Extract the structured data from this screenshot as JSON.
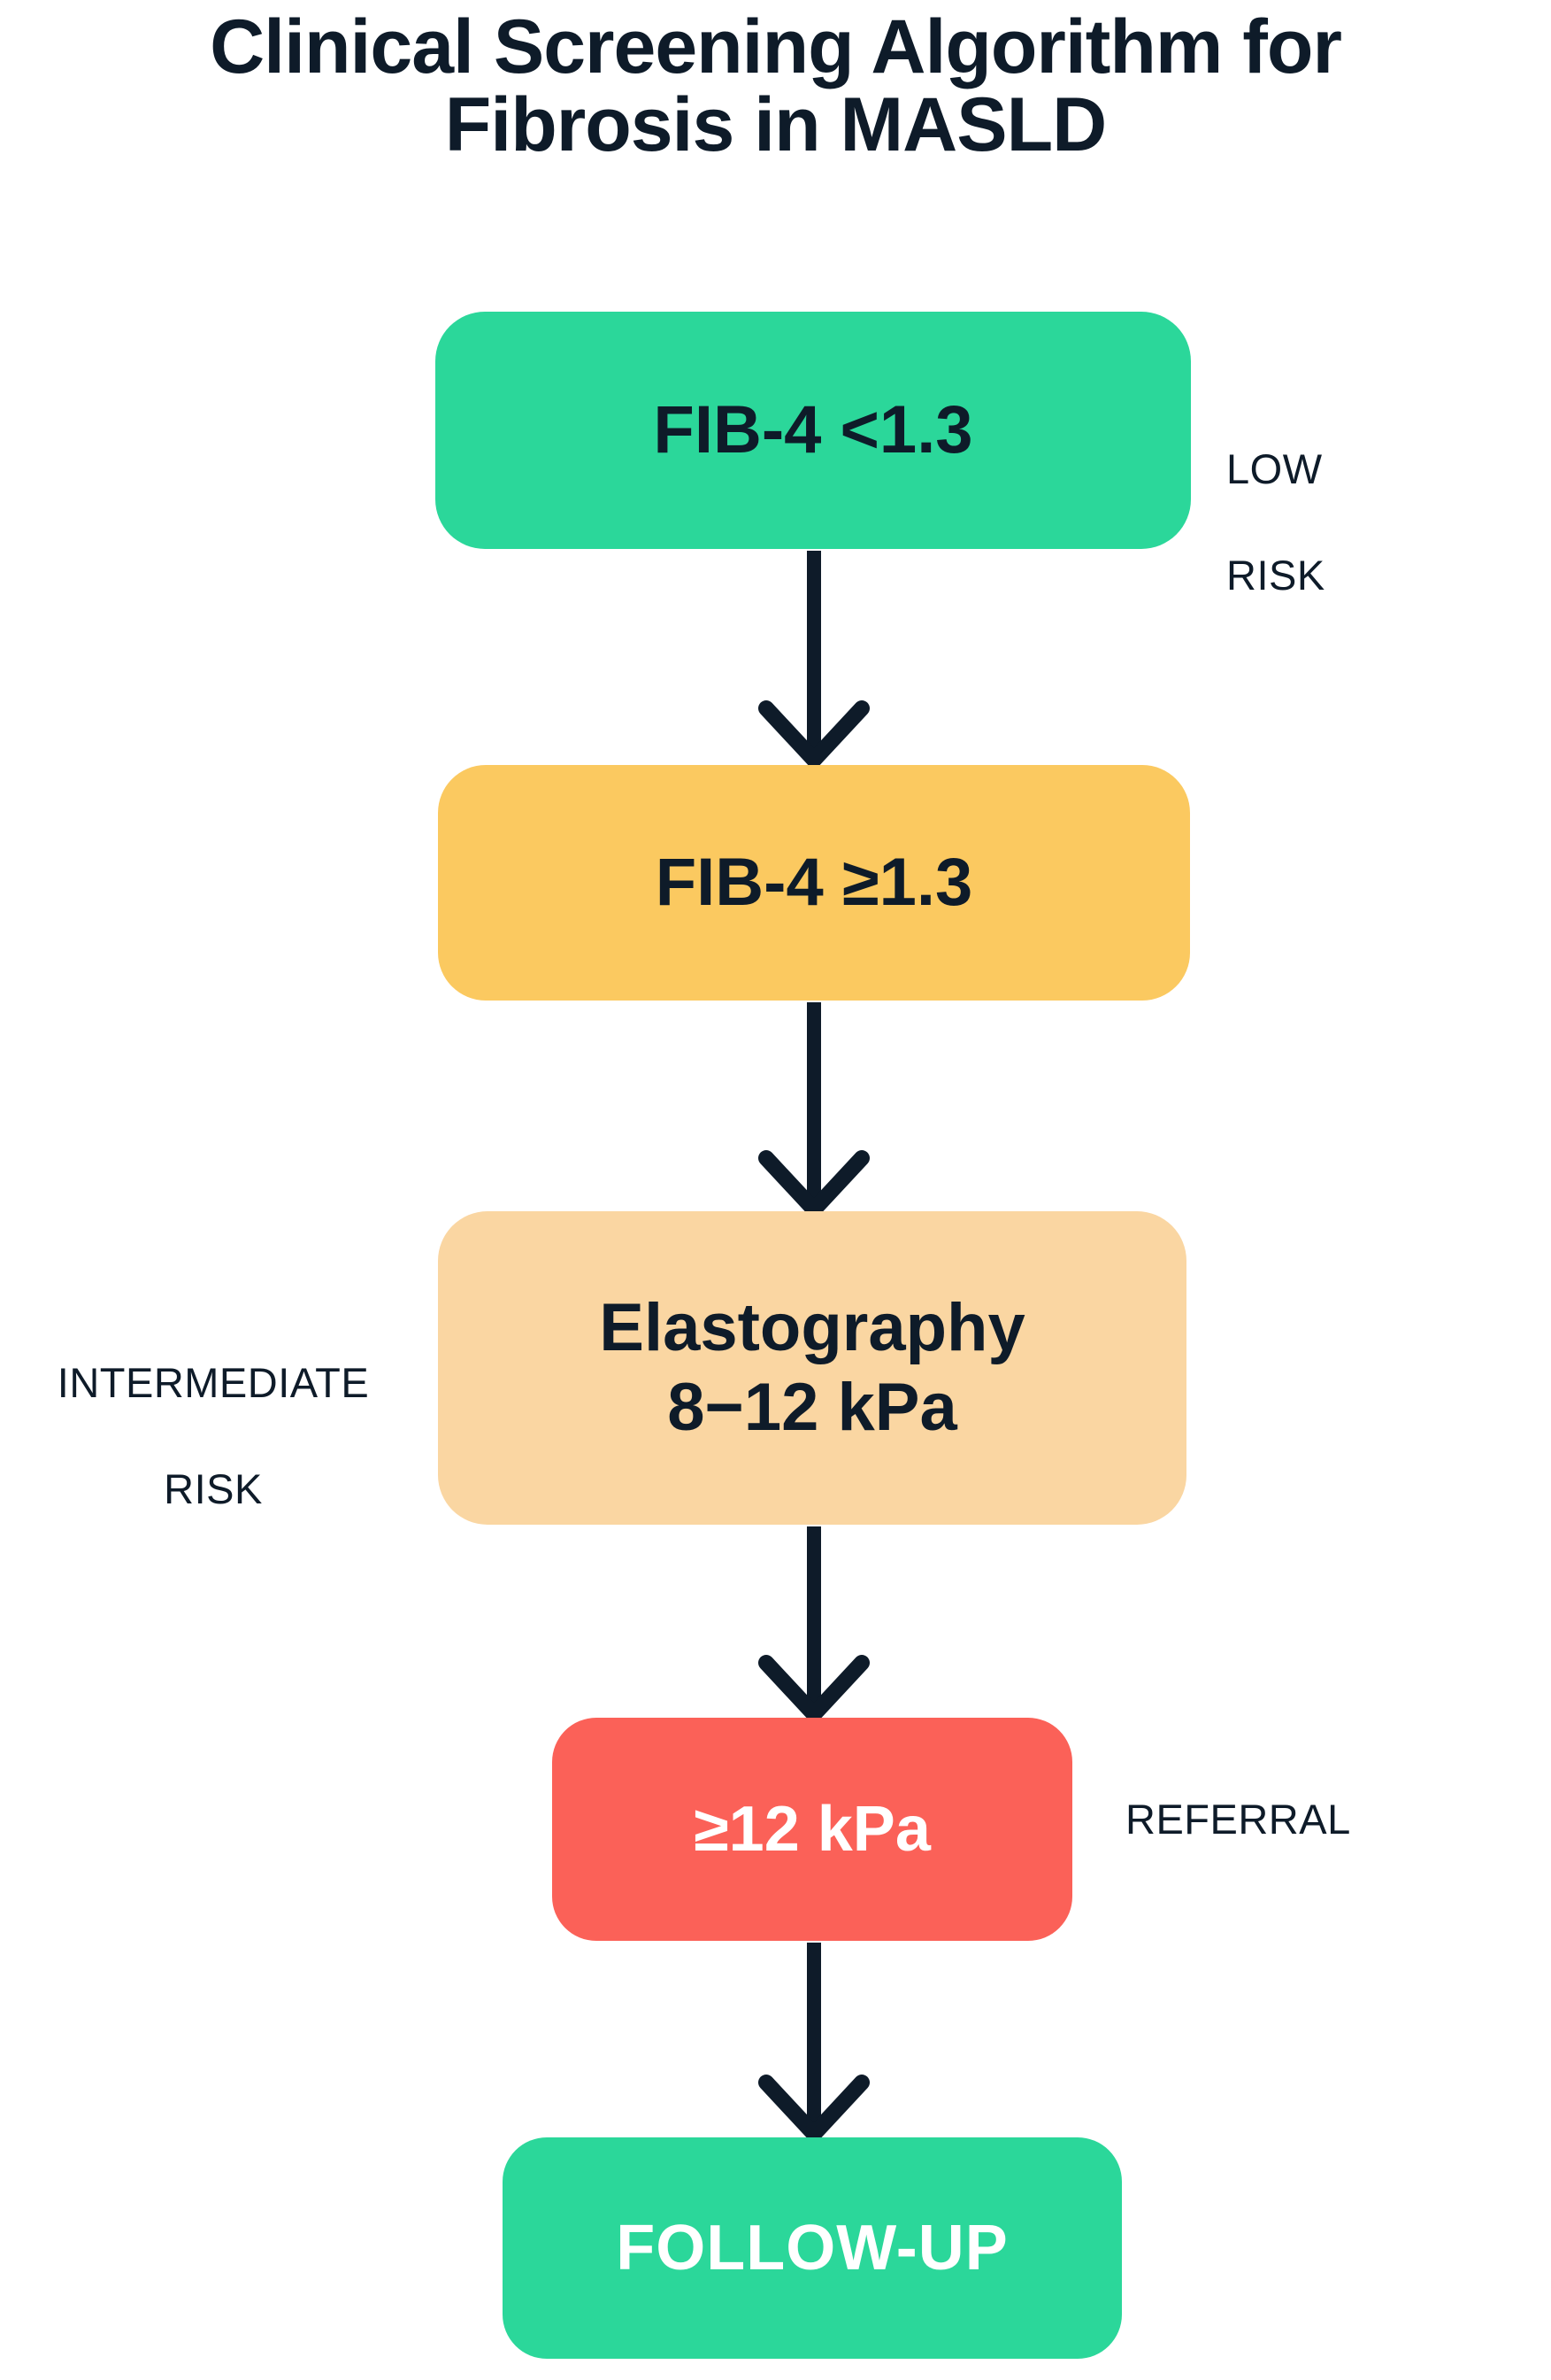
{
  "page": {
    "background_color": "#ffffff",
    "text_color": "#0e1b29"
  },
  "title": {
    "line1": "Clinical Screening Algorithm for",
    "line2": "Fibrosis in MASLD",
    "full": "Clinical Screening Algorithm for Fibrosis in MASLD"
  },
  "nodes": [
    {
      "id": "fib4-low",
      "label": "FIB-4 <1.3",
      "fill": "#2BD79A",
      "text_color": "#0e1b29",
      "risk_tier": "LOW RISK"
    },
    {
      "id": "fib4-high",
      "label": "FIB-4 ≥1.3",
      "fill": "#FBC960",
      "text_color": "#0e1b29",
      "risk_tier": "INTERMEDIATE RISK"
    },
    {
      "id": "elastography",
      "label_line1": "Elastography",
      "label_line2": "8−12 kPa",
      "fill": "#FAD6A2",
      "text_color": "#0e1b29",
      "risk_tier": "INTERMEDIATE RISK"
    },
    {
      "id": "referral-threshold",
      "label": "≥12 kPa",
      "fill": "#FB6158",
      "text_color": "#ffffff",
      "risk_tier": "REFERRAL"
    },
    {
      "id": "followup",
      "label": "FOLLOW-UP",
      "fill": "#2BD79A",
      "text_color": "#ffffff",
      "risk_tier": ""
    }
  ],
  "risk_labels": {
    "low": {
      "line1": "LOW",
      "line2": "RISK",
      "full": "LOW RISK"
    },
    "intermediate": {
      "line1": "INTERMEDIATE",
      "line2": "RISK",
      "full": "INTERMEDIATE RISK"
    },
    "referral": {
      "line1": "REFERRAL",
      "full": "REFERRAL"
    }
  },
  "arrows": [
    {
      "id": "arrow-1",
      "from": "fib4-low",
      "to": "fib4-high",
      "color": "#0e1b29"
    },
    {
      "id": "arrow-2",
      "from": "fib4-high",
      "to": "elastography",
      "color": "#0e1b29"
    },
    {
      "id": "arrow-3",
      "from": "elastography",
      "to": "referral-threshold",
      "color": "#0e1b29"
    },
    {
      "id": "arrow-4",
      "from": "referral-threshold",
      "to": "followup",
      "color": "#0e1b29"
    }
  ]
}
